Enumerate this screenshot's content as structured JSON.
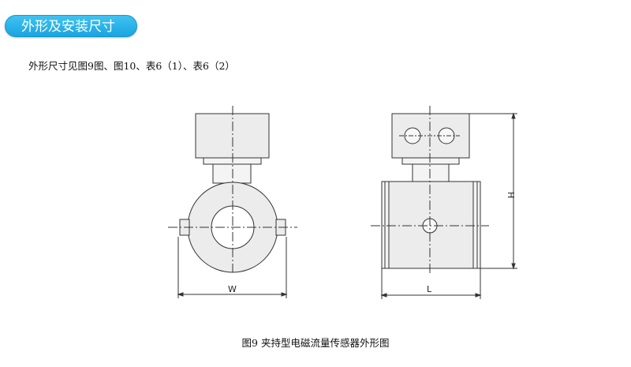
{
  "header": {
    "title": "外形及安装尺寸"
  },
  "intro_text": "外形尺寸见图9图、图10、表6（1）、表6（2）",
  "figure": {
    "caption": "图9 夹持型电磁流量传感器外形图",
    "front_view": {
      "width_label": "W"
    },
    "side_view": {
      "height_label": "H",
      "length_label": "L"
    }
  }
}
